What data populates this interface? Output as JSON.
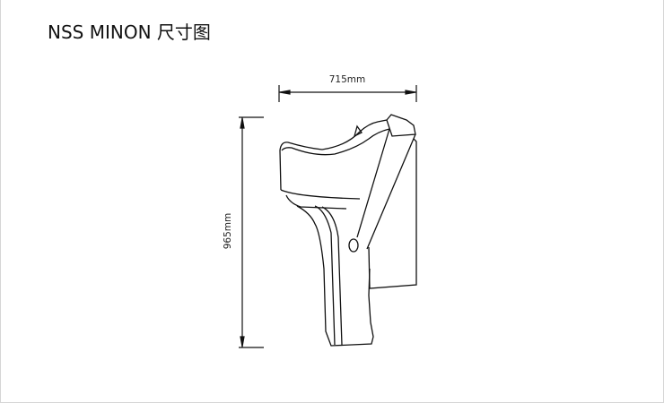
{
  "title": "NSS MINON  尺寸图",
  "dimensions": {
    "width_label": "715mm",
    "height_label": "965mm"
  }
}
